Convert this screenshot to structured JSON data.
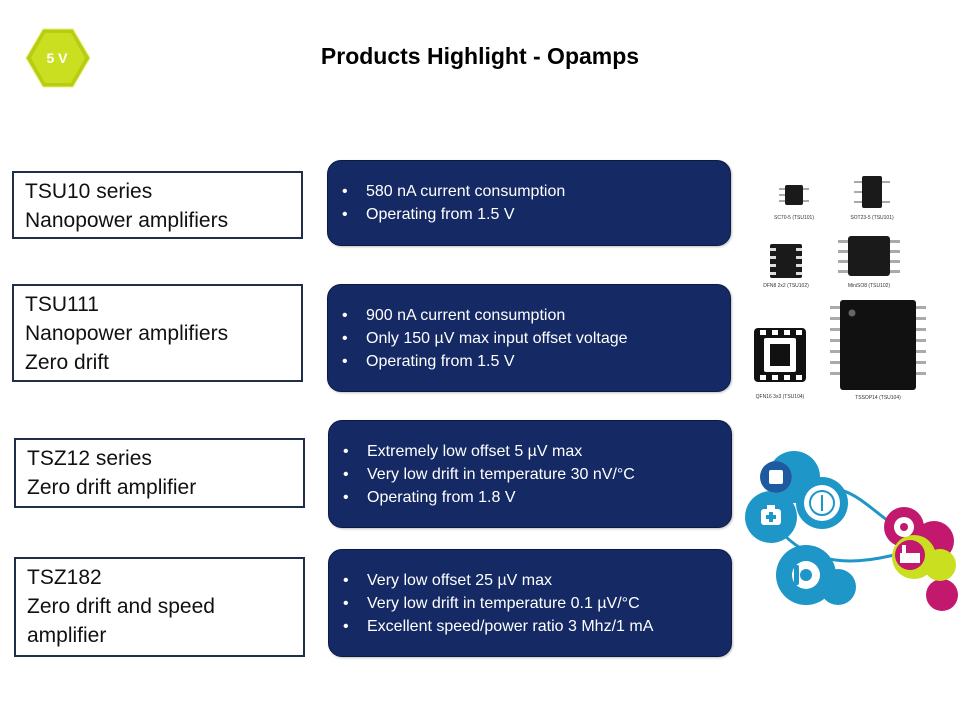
{
  "badge": {
    "text": "5 V",
    "color": "#c9df1f"
  },
  "title": "Products Highlight - Opamps",
  "products": [
    {
      "lines": [
        "TSU10 series",
        "Nanopower amplifiers"
      ],
      "bullets": [
        "580 nA current consumption",
        "Operating from 1.5 V"
      ]
    },
    {
      "lines": [
        "TSU111",
        "Nanopower amplifiers",
        "Zero drift"
      ],
      "bullets": [
        "900 nA current consumption",
        "Only 150 µV max input offset voltage",
        "Operating from 1.5 V"
      ]
    },
    {
      "lines": [
        "TSZ12 series",
        "Zero drift amplifier"
      ],
      "bullets": [
        "Extremely low offset 5 µV max",
        "Very low drift in temperature 30 nV/°C",
        "Operating from 1.8 V"
      ]
    },
    {
      "lines": [
        "TSZ182",
        "Zero drift and speed",
        "amplifier"
      ],
      "bullets": [
        "Very low offset 25 µV max",
        "Very low drift in temperature 0.1 µV/°C",
        "Excellent speed/power ratio 3 Mhz/1 mA"
      ]
    }
  ],
  "packages": [
    {
      "caption": "SC70-5 (TSU101)"
    },
    {
      "caption": "SOT23-5 (TSU101)"
    },
    {
      "caption": "DFN8 2x2 (TSU102)"
    },
    {
      "caption": "MiniSO8 (TSU102)"
    },
    {
      "caption": "QFN16 3x3 (TSU104)"
    },
    {
      "caption": "TSSOP14 (TSU104)"
    }
  ],
  "colors": {
    "box_fill": "#152a64",
    "label_border": "#1f2e4a",
    "cloud_blue": "#1e96c8",
    "cloud_magenta": "#c2186e",
    "cloud_green": "#c9df1f"
  },
  "icons": [
    "chip-icon",
    "medical-case-icon",
    "factory-icon",
    "wearable-icon"
  ]
}
